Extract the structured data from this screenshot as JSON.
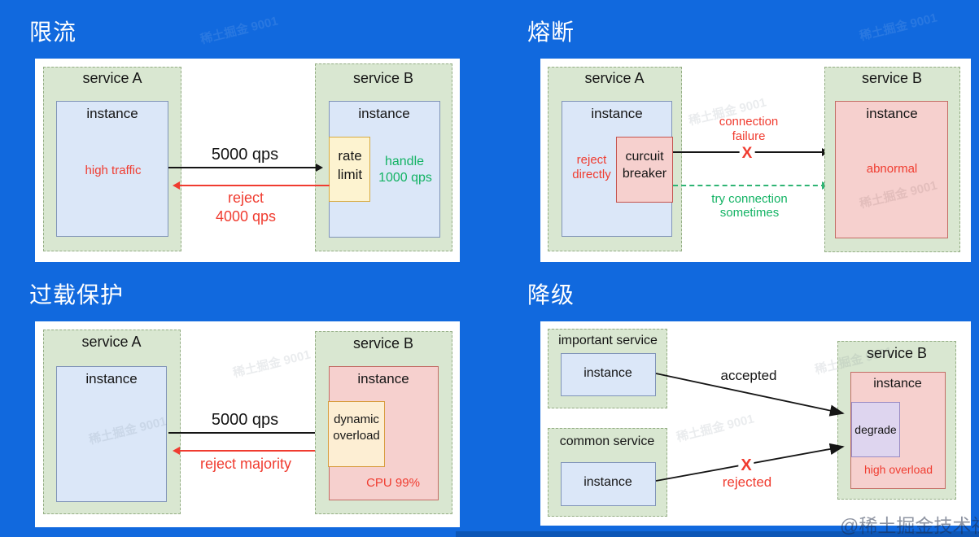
{
  "colors": {
    "background_blue": "#1169de",
    "panel_white": "#ffffff",
    "service_green_fill": "#d9e7d1",
    "service_green_border": "#94ad84",
    "instance_blue_fill": "#dbe7f8",
    "instance_blue_border": "#8094b8",
    "instance_pink_fill": "#f6d0ce",
    "instance_pink_border": "#c36d65",
    "rate_limit_yellow_fill": "#fdf3d0",
    "rate_limit_yellow_border": "#d8ab41",
    "overload_orange_fill": "#fdeed3",
    "overload_orange_border": "#d89c3e",
    "degrade_purple_fill": "#ded5ef",
    "degrade_purple_border": "#9b8cc4",
    "alert_red": "#f03c30",
    "ok_green": "#13b364",
    "text_black": "#151515"
  },
  "diagrams": {
    "limit": {
      "title": "限流",
      "service_a": "service A",
      "instance_a": "instance",
      "high_traffic": "high traffic",
      "qps": "5000 qps",
      "reject_line1": "reject",
      "reject_line2": "4000 qps",
      "service_b": "service B",
      "instance_b": "instance",
      "rate_line1": "rate",
      "rate_line2": "limit",
      "handle_line1": "handle",
      "handle_line2": "1000 qps"
    },
    "fuse": {
      "title": "熔断",
      "service_a": "service A",
      "instance_a": "instance",
      "reject_line1": "reject",
      "reject_line2": "directly",
      "breaker_line1": "curcuit",
      "breaker_line2": "breaker",
      "conn_fail_line1": "connection",
      "conn_fail_line2": "failure",
      "fail_x": "X",
      "try_line1": "try connection",
      "try_line2": "sometimes",
      "service_b": "service B",
      "instance_b": "instance",
      "abnormal": "abnormal"
    },
    "overload": {
      "title": "过载保护",
      "service_a": "service A",
      "instance_a": "instance",
      "qps": "5000 qps",
      "reject_majority": "reject majority",
      "service_b": "service B",
      "instance_b": "instance",
      "dyn_line1": "dynamic",
      "dyn_line2": "overload",
      "cpu": "CPU 99%"
    },
    "degrade": {
      "title": "降级",
      "important_service": "important service",
      "important_instance": "instance",
      "common_service": "common service",
      "common_instance": "instance",
      "accepted": "accepted",
      "rejected_x": "X",
      "rejected": "rejected",
      "service_b": "service B",
      "instance_b": "instance",
      "degrade_box": "degrade",
      "high_overload": "high overload"
    }
  },
  "watermarks": {
    "stamp": "稀土掘金 9001",
    "credit": "@稀土掘金技术社区"
  }
}
